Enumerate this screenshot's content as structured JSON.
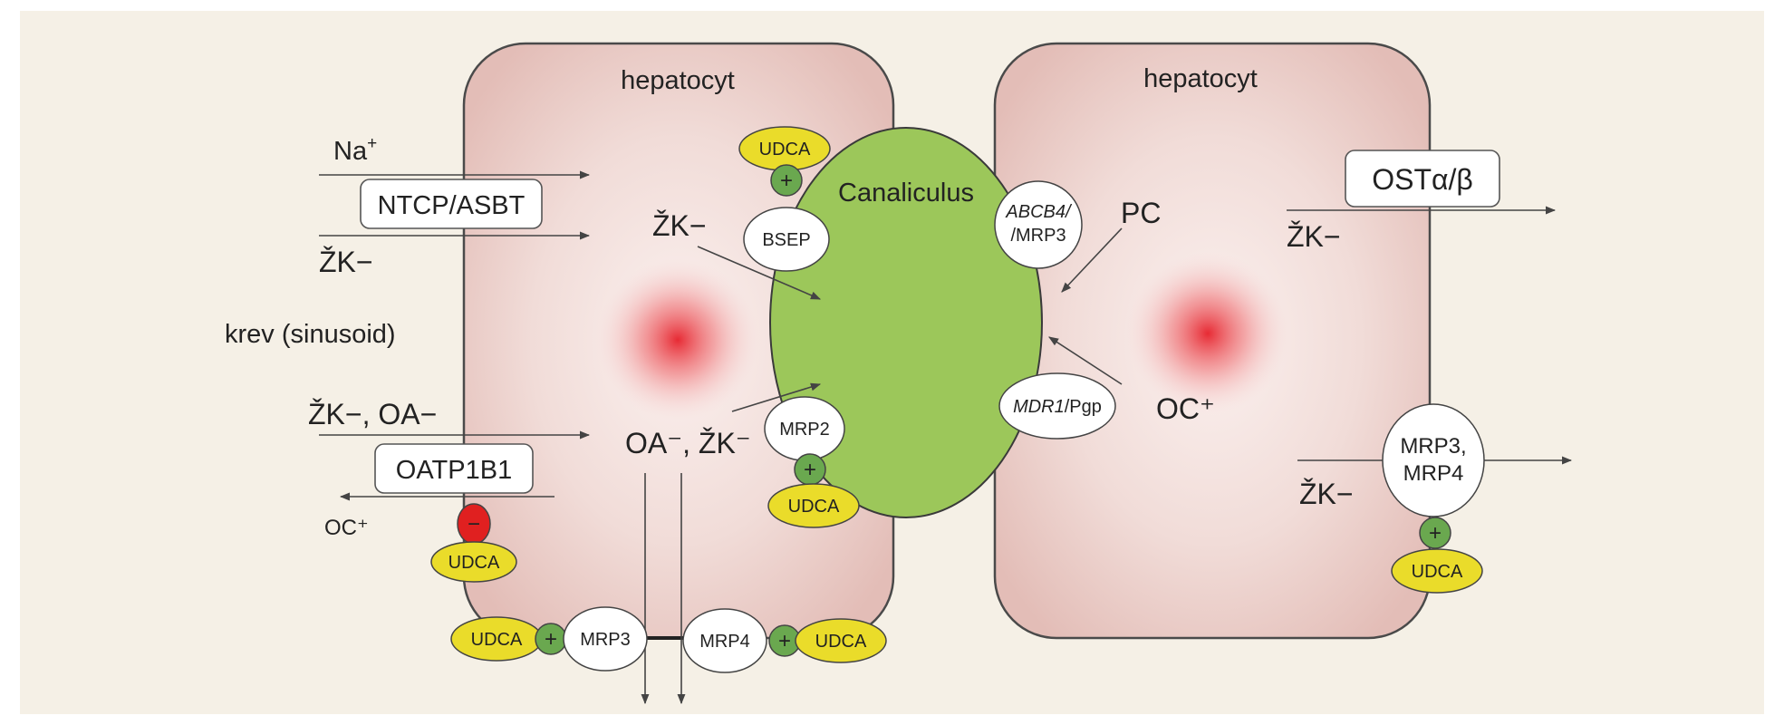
{
  "cells": {
    "left": "hepatocyt",
    "right": "hepatocyt"
  },
  "canaliculus": "Canaliculus",
  "blood_label": "krev (sinusoid)",
  "transporters": {
    "ntcp": "NTCP/ASBT",
    "oatp": "OATP1B1",
    "bsep": "BSEP",
    "mrp2": "MRP2",
    "abcb4_line1": "ABCB4/",
    "abcb4_line2": "/MRP3",
    "mdr1_italic": "MDR1",
    "mdr1_rest": "/Pgp",
    "mrp3_bottom": "MRP3",
    "mrp4_bottom": "MRP4",
    "ost_a": "OSTα/β",
    "mrp34_line1": "MRP3,",
    "mrp34_line2": "MRP4"
  },
  "substrates": {
    "na": "Na",
    "na_sup": "+",
    "zk": "ŽK−",
    "zk_oa": "ŽK−, OA−",
    "oc_left": "OC⁺",
    "zk_bsep": "ŽK−",
    "oa_zk": "OA⁻, ŽK⁻",
    "pc": "PC",
    "oc_right": "OC⁺",
    "zk_right_top": "ŽK−",
    "zk_right_bottom": "ŽK−"
  },
  "drug": "UDCA",
  "effects": {
    "plus": "+",
    "minus": "−"
  },
  "colors": {
    "background": "#f5f0e6",
    "cell_fill": "#e8c4c0",
    "cell_stroke": "#4a4a4a",
    "canaliculus": "#9cc75a",
    "udca": "#eadc2a",
    "plus": "#6aa84f",
    "minus": "#e02020",
    "center_glow": "#e6202a"
  },
  "icons": {
    "activation": "plus-circle-icon",
    "inhibition": "minus-circle-icon"
  }
}
